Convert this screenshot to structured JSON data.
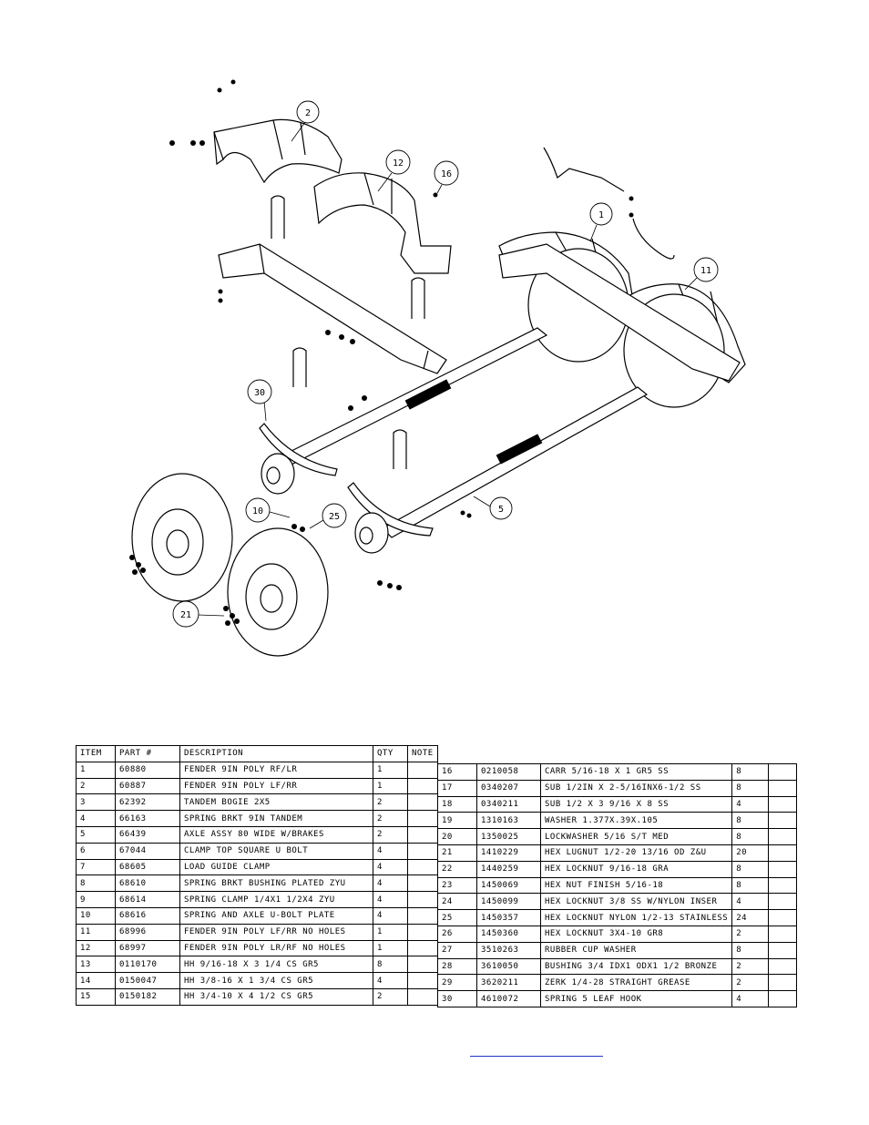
{
  "callouts": [
    "2",
    "12",
    "16",
    "1",
    "11",
    "30",
    "10",
    "25",
    "5",
    "21"
  ],
  "table": {
    "headers": [
      "ITEM",
      "PART #",
      "DESCRIPTION",
      "QTY",
      "NOTE"
    ],
    "left_rows": [
      {
        "item": "1",
        "part": "60880",
        "desc": "FENDER  9IN POLY RF/LR",
        "qty": "1",
        "note": ""
      },
      {
        "item": "2",
        "part": "60887",
        "desc": "FENDER  9IN POLY LF/RR",
        "qty": "1",
        "note": ""
      },
      {
        "item": "3",
        "part": "62392",
        "desc": "TANDEM BOGIE   2X5",
        "qty": "2",
        "note": ""
      },
      {
        "item": "4",
        "part": "66163",
        "desc": "SPRING BRKT  9IN TANDEM",
        "qty": "2",
        "note": ""
      },
      {
        "item": "5",
        "part": "66439",
        "desc": "AXLE ASSY 80 WIDE W/BRAKES",
        "qty": "2",
        "note": ""
      },
      {
        "item": "6",
        "part": "67044",
        "desc": "CLAMP TOP SQUARE U BOLT",
        "qty": "4",
        "note": ""
      },
      {
        "item": "7",
        "part": "68605",
        "desc": "LOAD GUIDE CLAMP",
        "qty": "4",
        "note": ""
      },
      {
        "item": "8",
        "part": "68610",
        "desc": "SPRING BRKT BUSHING PLATED ZYU",
        "qty": "4",
        "note": ""
      },
      {
        "item": "9",
        "part": "68614",
        "desc": "SPRING CLAMP   1/4X1 1/2X4  ZYU",
        "qty": "4",
        "note": ""
      },
      {
        "item": "10",
        "part": "68616",
        "desc": "SPRING AND AXLE U-BOLT PLATE",
        "qty": "4",
        "note": ""
      },
      {
        "item": "11",
        "part": "68996",
        "desc": "FENDER  9IN POLY LF/RR NO HOLES",
        "qty": "1",
        "note": ""
      },
      {
        "item": "12",
        "part": "68997",
        "desc": "FENDER  9IN POLY LR/RF NO HOLES",
        "qty": "1",
        "note": ""
      },
      {
        "item": "13",
        "part": "0110170",
        "desc": "HH 9/16-18 X 3 1/4 CS GR5",
        "qty": "8",
        "note": ""
      },
      {
        "item": "14",
        "part": "0150047",
        "desc": "HH 3/8-16 X 1 3/4 CS GR5",
        "qty": "4",
        "note": ""
      },
      {
        "item": "15",
        "part": "0150182",
        "desc": "HH 3/4-10 X 4 1/2 CS GR5",
        "qty": "2",
        "note": ""
      }
    ],
    "right_rows": [
      {
        "item": "16",
        "part": "0210058",
        "desc": "CARR 5/16-18 X 1 GR5 SS",
        "qty": "8",
        "note": ""
      },
      {
        "item": "17",
        "part": "0340207",
        "desc": "SUB 1/2IN X 2-5/16INX6-1/2 SS",
        "qty": "8",
        "note": ""
      },
      {
        "item": "18",
        "part": "0340211",
        "desc": "SUB 1/2 X 3 9/16 X 8 SS",
        "qty": "4",
        "note": ""
      },
      {
        "item": "19",
        "part": "1310163",
        "desc": "WASHER 1.377X.39X.105",
        "qty": "8",
        "note": ""
      },
      {
        "item": "20",
        "part": "1350025",
        "desc": "LOCKWASHER 5/16 S/T MED",
        "qty": "8",
        "note": ""
      },
      {
        "item": "21",
        "part": "1410229",
        "desc": "HEX LUGNUT 1/2-20 13/16 OD Z&U",
        "qty": "20",
        "note": ""
      },
      {
        "item": "22",
        "part": "1440259",
        "desc": "HEX LOCKNUT 9/16-18 GRA",
        "qty": "8",
        "note": ""
      },
      {
        "item": "23",
        "part": "1450069",
        "desc": "HEX NUT FINISH 5/16-18",
        "qty": "8",
        "note": ""
      },
      {
        "item": "24",
        "part": "1450099",
        "desc": "HEX LOCKNUT 3/8 SS W/NYLON INSER",
        "qty": "4",
        "note": ""
      },
      {
        "item": "25",
        "part": "1450357",
        "desc": "HEX LOCKNUT NYLON 1/2-13 STAINLESS",
        "qty": "24",
        "note": ""
      },
      {
        "item": "26",
        "part": "1450360",
        "desc": "HEX LOCKNUT 3X4-10 GR8",
        "qty": "2",
        "note": ""
      },
      {
        "item": "27",
        "part": "3510263",
        "desc": "RUBBER CUP WASHER",
        "qty": "8",
        "note": ""
      },
      {
        "item": "28",
        "part": "3610050",
        "desc": "BUSHING  3/4 IDX1 ODX1 1/2 BRONZE",
        "qty": "2",
        "note": ""
      },
      {
        "item": "29",
        "part": "3620211",
        "desc": "ZERK  1/4-28 STRAIGHT GREASE",
        "qty": "2",
        "note": ""
      },
      {
        "item": "30",
        "part": "4610072",
        "desc": "SPRING  5 LEAF HOOK",
        "qty": "4",
        "note": ""
      }
    ]
  }
}
